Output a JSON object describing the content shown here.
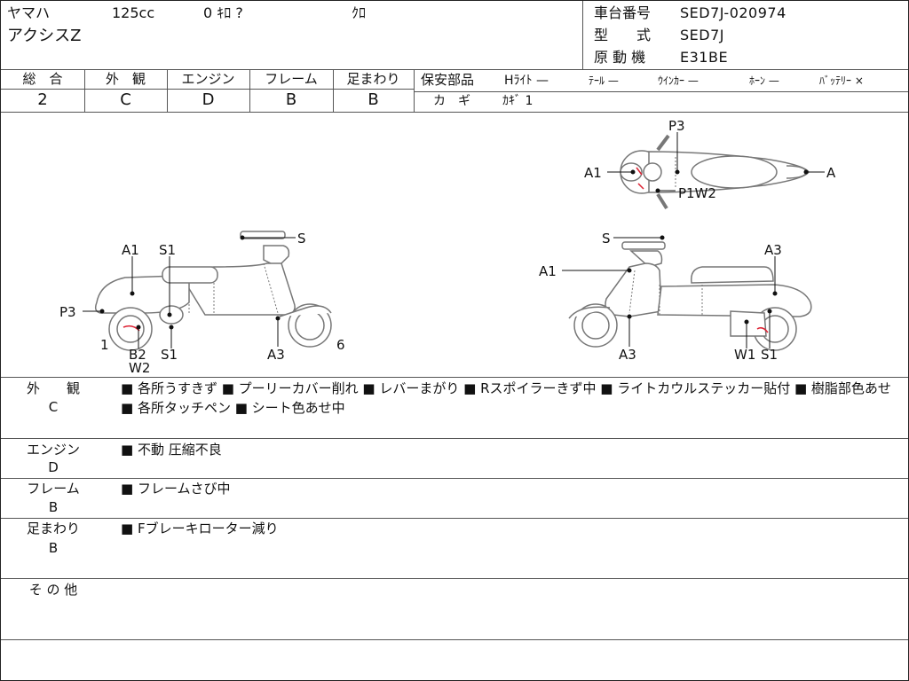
{
  "header": {
    "maker": "ヤマハ",
    "displacement": "125cc",
    "mileage": "0 ｷﾛ ?",
    "color": "ｸﾛ",
    "model_name": "アクシスZ",
    "frame_no_label": "車台番号",
    "frame_no_value": "SED7J-020974",
    "type_label": "型　　式",
    "type_value": "SED7J",
    "engine_label": "原 動 機",
    "engine_value": "E31BE"
  },
  "grades": [
    {
      "label": "総　合",
      "value": "2"
    },
    {
      "label": "外　観",
      "value": "C"
    },
    {
      "label": "エンジン",
      "value": "D"
    },
    {
      "label": "フレーム",
      "value": "B"
    },
    {
      "label": "足まわり",
      "value": "B"
    }
  ],
  "safety": {
    "title": "保安部品",
    "headlight": "Hﾗｲﾄ —",
    "tail": "ﾃｰﾙ —",
    "winker": "ｳｲﾝｶｰ —",
    "horn": "ﾎｰﾝ —",
    "battery": "ﾊﾞｯﾃﾘｰ ×",
    "key_label": "カ　ギ",
    "key_value": "ｶｷﾞ 1"
  },
  "diagram": {
    "top_labels": {
      "p3": "P3",
      "a1": "A1",
      "a": "A",
      "p1w2": "P1W2"
    },
    "left_labels": {
      "s": "S",
      "a1": "A1",
      "s1_top": "S1",
      "p3": "P3",
      "one": "1",
      "b2": "B2",
      "w2": "W2",
      "s1_bottom": "S1",
      "a3": "A3",
      "six": "6"
    },
    "right_labels": {
      "s": "S",
      "a3_top": "A3",
      "a1": "A1",
      "a3_bottom": "A3",
      "w1": "W1",
      "s1": "S1"
    }
  },
  "sections": [
    {
      "label": "外　　観",
      "grade": "C",
      "text": "■ 各所うすきず ■ プーリーカバー削れ ■ レバーまがり ■ Rスポイラーきず中 ■ ライトカウルステッカー貼付 ■ 樹脂部色あせ ■ 各所タッチペン ■ シート色あせ中"
    },
    {
      "label": "エンジン",
      "grade": "D",
      "text": "■ 不動 圧縮不良"
    },
    {
      "label": "フレーム",
      "grade": "B",
      "text": "■ フレームさび中"
    },
    {
      "label": "足まわり",
      "grade": "B",
      "text": "■ Fブレーキローター減り"
    },
    {
      "label": "そ の 他",
      "grade": "",
      "text": ""
    }
  ]
}
